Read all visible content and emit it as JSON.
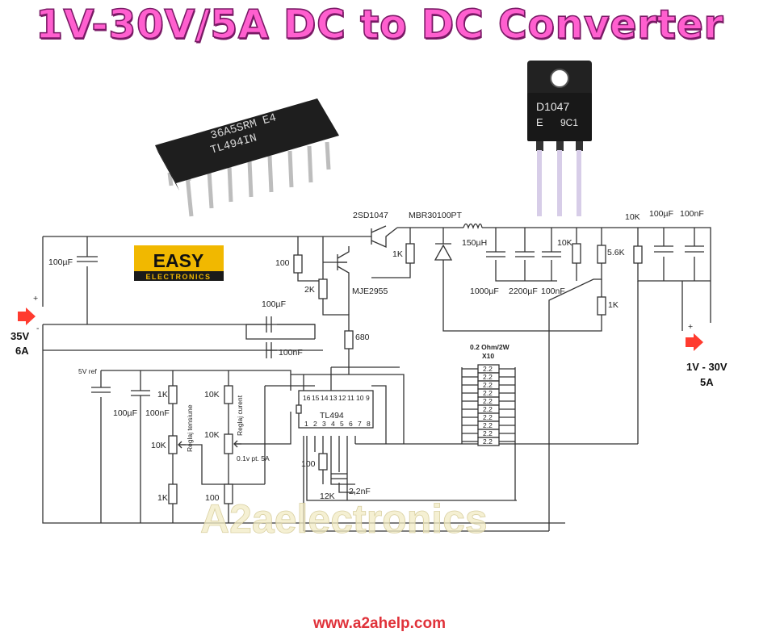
{
  "title": "1V-30V/5A DC to DC Converter",
  "website": "www.a2ahelp.com",
  "watermark": "A2aelectronics",
  "logo": {
    "line1": "EASY",
    "line2": "ELECTRONICS"
  },
  "ic_photo": {
    "marking1": "36A5SRM E4",
    "marking2": "TL494IN"
  },
  "transistor_photo": {
    "marking1": "D1047",
    "marking2": "E",
    "marking3": "9C1"
  },
  "input": {
    "voltage": "35V",
    "current": "6A",
    "plus": "+",
    "minus": "-"
  },
  "output": {
    "voltage": "1V - 30V",
    "current": "5A",
    "plus": "+",
    "minus": "-"
  },
  "components": {
    "q1": "2SD1047",
    "q2": "MJE2955",
    "diode": "MBR30100PT",
    "inductor": "150µH",
    "c_in": "100µF",
    "r100_top": "100",
    "r2k": "2K",
    "r1k_base": "1K",
    "r680": "680",
    "c_fb1": "100µF",
    "c_fb2": "100nF",
    "c1000": "1000µF",
    "c2200": "2200µF",
    "c100n_a": "100nF",
    "r10k_a": "10K",
    "r5k6": "5.6K",
    "r1k_fb": "1K",
    "r10k_out": "10K",
    "c100u_out": "100µF",
    "c100n_out": "100nF",
    "shunt_title": "0.2 Ohm/2W",
    "shunt_count": "X10",
    "shunt_value": "2.2",
    "vref": "5V ref",
    "c_ref1": "100µF",
    "c_ref2": "100nF",
    "r1k_v": "1K",
    "pot10k_v": "10K",
    "pot_v_name": "Reglaj tensiune",
    "r1k_v2": "1K",
    "r10k_i": "10K",
    "pot10k_i": "10K",
    "pot_i_name": "Reglaj curent",
    "r100_i": "100",
    "i_note": "0.1v pt. 5A",
    "ic": "TL494",
    "r100_rt": "100",
    "r12k": "12K",
    "c_ct": "2,2nF"
  },
  "ic_pins_top": [
    "16",
    "15",
    "14",
    "13",
    "12",
    "11",
    "10",
    "9"
  ],
  "ic_pins_bottom": [
    "1",
    "2",
    "3",
    "4",
    "5",
    "6",
    "7",
    "8"
  ],
  "colors": {
    "title": "#ff5fcf",
    "title_outline": "#7a1a66",
    "url": "#e0323a",
    "arrow": "#ff3b2f",
    "logo_bg": "#f1b800"
  }
}
